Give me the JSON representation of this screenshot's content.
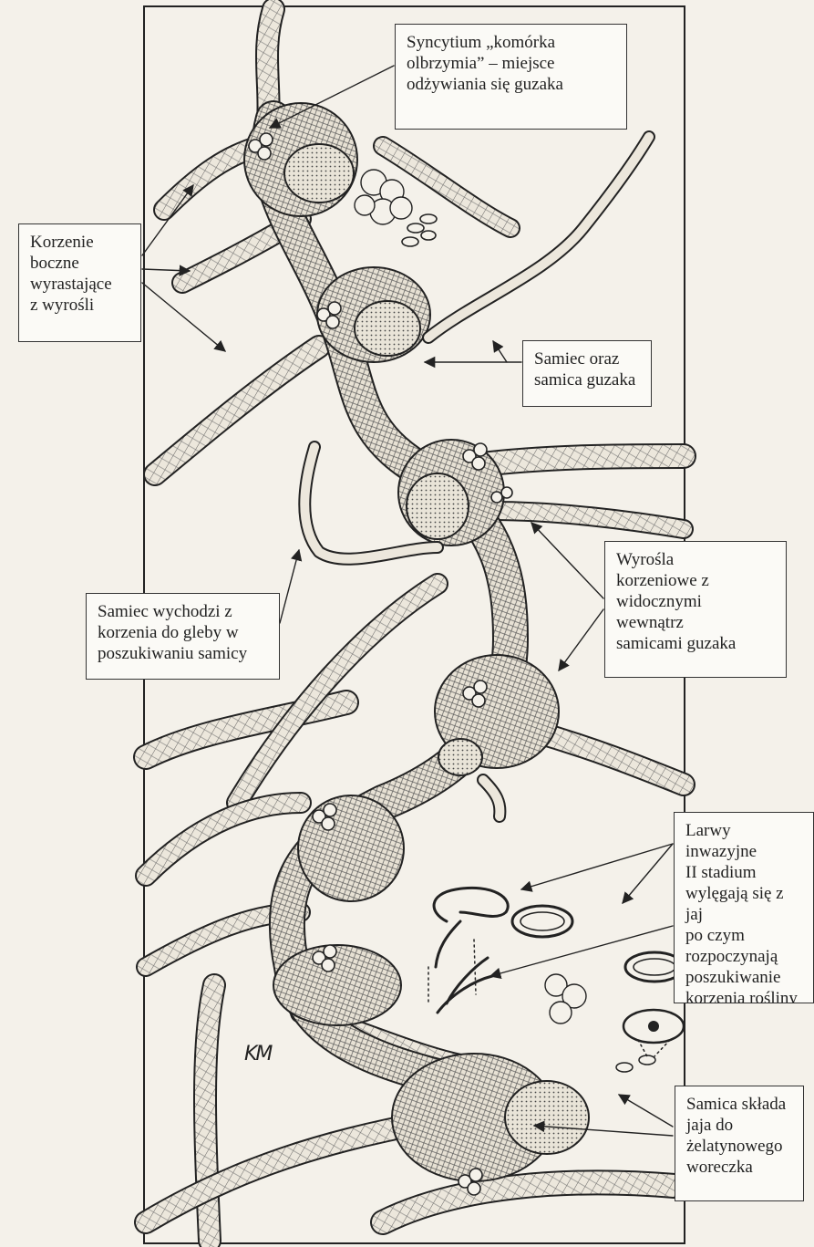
{
  "labels": {
    "syncytium": "Syncytium „komórka\nolbrzymia” – miejsce\nodżywiania się guzaka",
    "lateral_roots": "Korzenie\nboczne\nwyrastające\nz wyrośli",
    "male_female": "Samiec oraz\nsamica guzaka",
    "galls": "Wyrośla\nkorzeniowe z\nwidocznymi\nwewnątrz\nsamicami guzaka",
    "male_exits": "Samiec wychodzi z\nkorzenia do gleby w\nposzukiwaniu samicy",
    "larvae": "Larwy inwazyjne\nII stadium\nwylęgają się z jaj\npo czym\nrozpoczynają\nposzukiwanie\nkorzenia rośliny\nżywicielskiej",
    "female_eggs": "Samica składa\njaja do\nżelatynowego\nworeczka"
  },
  "artist_signature": "KM"
}
